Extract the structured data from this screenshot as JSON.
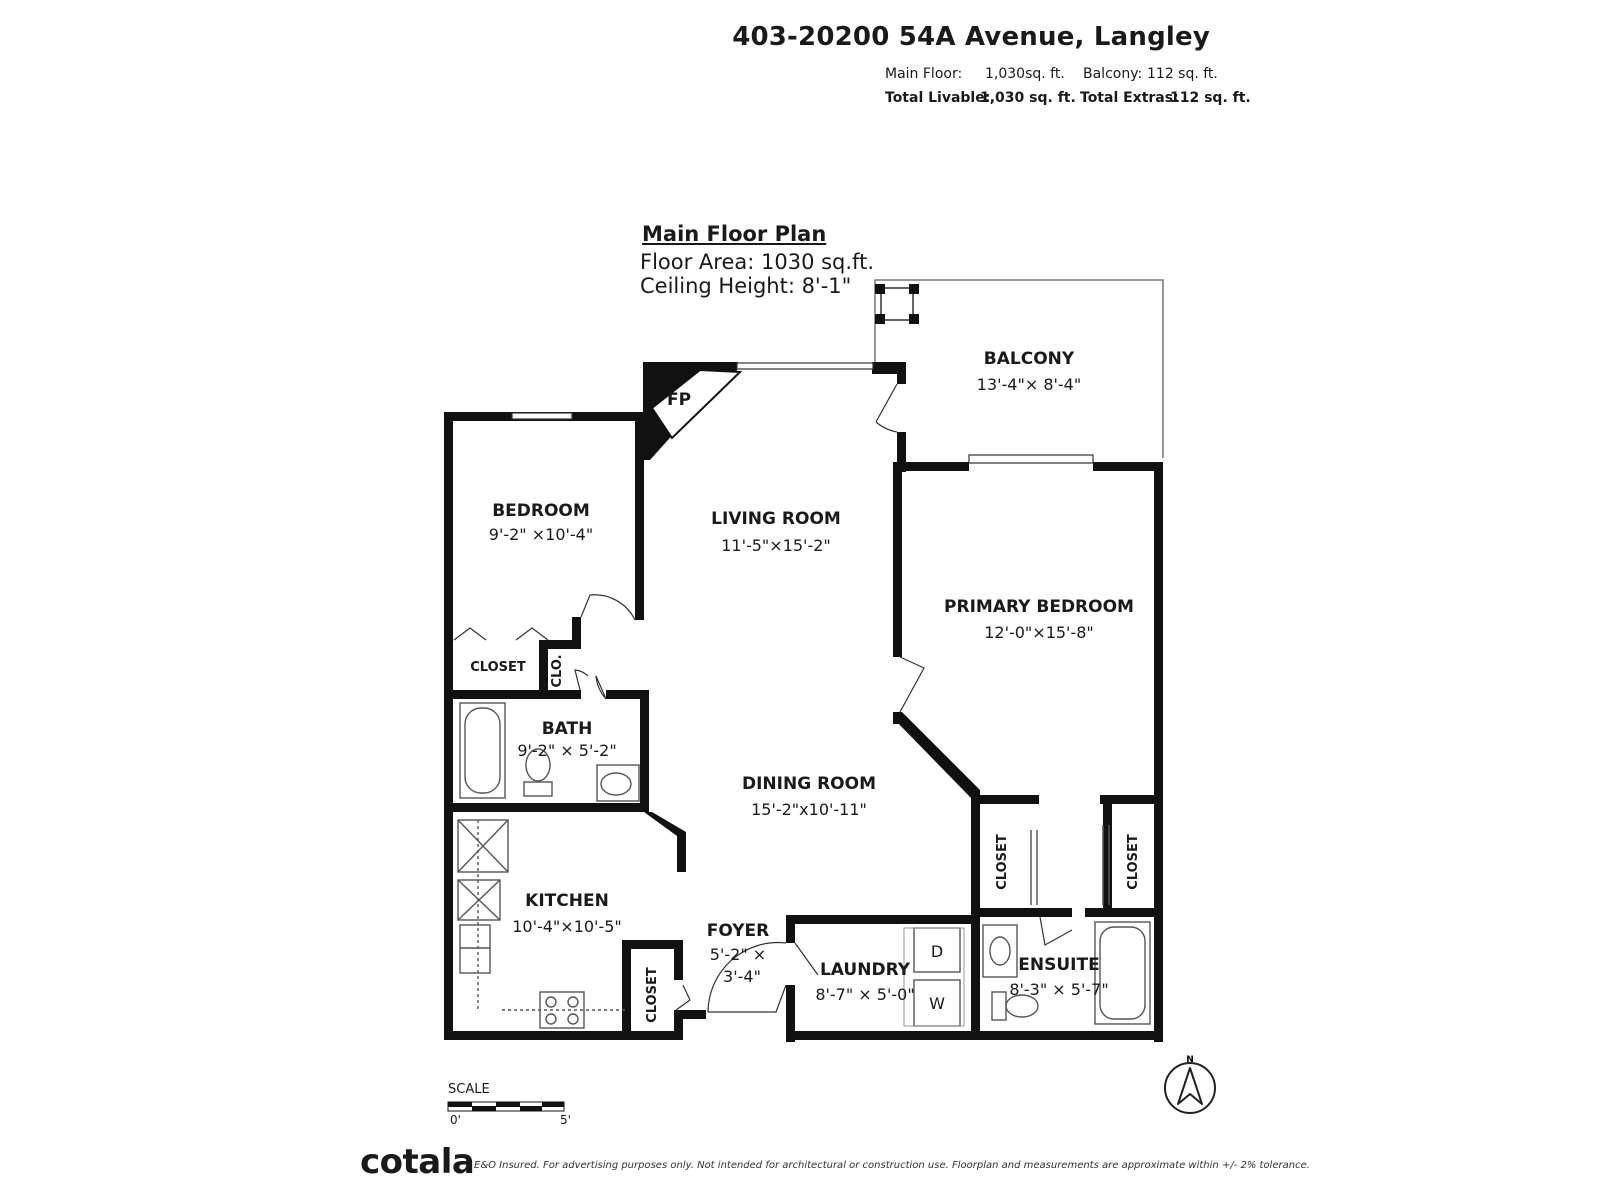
{
  "header": {
    "address": "403-20200 54A Avenue, Langley",
    "main_floor_label": "Main Floor:",
    "main_floor_value": "1,030sq. ft.",
    "balcony_label": "Balcony:",
    "balcony_value": "112 sq. ft.",
    "total_livable_label": "Total Livable:",
    "total_livable_value": "1,030 sq. ft.",
    "total_extras_label": "Total Extras:",
    "total_extras_value": "112 sq. ft."
  },
  "plan": {
    "title": "Main Floor Plan",
    "floor_area": "Floor Area: 1030 sq.ft.",
    "ceiling_height": "Ceiling Height: 8'-1\""
  },
  "rooms": {
    "balcony": {
      "name": "BALCONY",
      "dims": "13'-4\"× 8'-4\""
    },
    "fireplace": {
      "name": "FP"
    },
    "bedroom": {
      "name": "BEDROOM",
      "dims": "9'-2\" ×10'-4\""
    },
    "living": {
      "name": "LIVING ROOM",
      "dims": "11'-5\"×15'-2\""
    },
    "primary": {
      "name": "PRIMARY BEDROOM",
      "dims": "12'-0\"×15'-8\""
    },
    "closet_bed": {
      "name": "CLOSET"
    },
    "clo": {
      "name": "CLO."
    },
    "bath": {
      "name": "BATH",
      "dims": "9'-2\" × 5'-2\""
    },
    "dining": {
      "name": "DINING ROOM",
      "dims": "15'-2\"x10'-11\""
    },
    "closet_pl": {
      "name": "CLOSET"
    },
    "closet_pr": {
      "name": "CLOSET"
    },
    "kitchen": {
      "name": "KITCHEN",
      "dims": "10'-4\"×10'-5\""
    },
    "foyer": {
      "name": "FOYER",
      "dims_line1": "5'-2\" ×",
      "dims_line2": "3'-4\""
    },
    "closet_foyer": {
      "name": "CLOSET"
    },
    "laundry": {
      "name": "LAUNDRY",
      "dims": "8'-7\" × 5'-0\"",
      "dryer": "D",
      "washer": "W"
    },
    "ensuite": {
      "name": "ENSUITE",
      "dims": "8'-3\" × 5'-7\""
    }
  },
  "scale": {
    "label": "SCALE",
    "min": "0'",
    "max": "5'"
  },
  "compass": {
    "north": "N"
  },
  "footer": {
    "brand": "cotala",
    "disclaimer": "E&O Insured. For advertising purposes only. Not intended for architectural or construction use. Floorplan and measurements are approximate within +/- 2% tolerance."
  }
}
